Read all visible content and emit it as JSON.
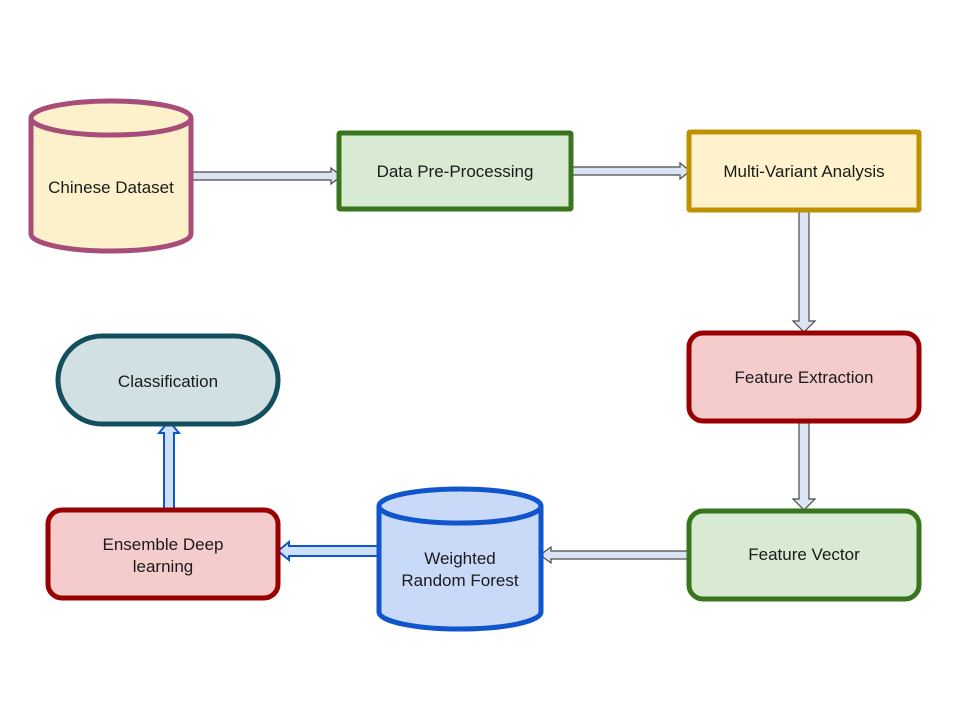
{
  "diagram": {
    "nodes": [
      {
        "id": "chinese-dataset",
        "shape": "cylinder",
        "label": "Chinese Dataset",
        "fill": "#fdf1cc",
        "stroke": "#a64d79"
      },
      {
        "id": "data-pre-processing",
        "shape": "rect",
        "label": "Data Pre-Processing",
        "fill": "#d9ead3",
        "stroke": "#38761d"
      },
      {
        "id": "multi-variant-analysis",
        "shape": "rect",
        "label": "Multi-Variant Analysis",
        "fill": "#fff2cc",
        "stroke": "#bf9000"
      },
      {
        "id": "feature-extraction",
        "shape": "rounded-rect",
        "label": "Feature Extraction",
        "fill": "#f4cccc",
        "stroke": "#990000"
      },
      {
        "id": "feature-vector",
        "shape": "rounded-rect",
        "label": "Feature Vector",
        "fill": "#d9ead3",
        "stroke": "#38761d"
      },
      {
        "id": "weighted-random-forest",
        "shape": "cylinder",
        "label_lines": [
          "Weighted",
          "Random Forest"
        ],
        "fill": "#c9daf8",
        "stroke": "#1155cc"
      },
      {
        "id": "ensemble-deep-learning",
        "shape": "rounded-rect",
        "label_lines": [
          "Ensemble Deep",
          "learning"
        ],
        "fill": "#f4cccc",
        "stroke": "#990000"
      },
      {
        "id": "classification",
        "shape": "pill",
        "label": "Classification",
        "fill": "#d0e0e3",
        "stroke": "#134f5c"
      }
    ],
    "edges": [
      {
        "from": "chinese-dataset",
        "to": "data-pre-processing"
      },
      {
        "from": "data-pre-processing",
        "to": "multi-variant-analysis"
      },
      {
        "from": "multi-variant-analysis",
        "to": "feature-extraction"
      },
      {
        "from": "feature-extraction",
        "to": "feature-vector"
      },
      {
        "from": "feature-vector",
        "to": "weighted-random-forest"
      },
      {
        "from": "weighted-random-forest",
        "to": "ensemble-deep-learning"
      },
      {
        "from": "ensemble-deep-learning",
        "to": "classification"
      }
    ],
    "arrow_fill": "#dbe4f3",
    "arrow_stroke": "#4a4a4a",
    "arrow_fill_blue": "#cfe0fb",
    "arrow_stroke_blue": "#1155cc"
  }
}
